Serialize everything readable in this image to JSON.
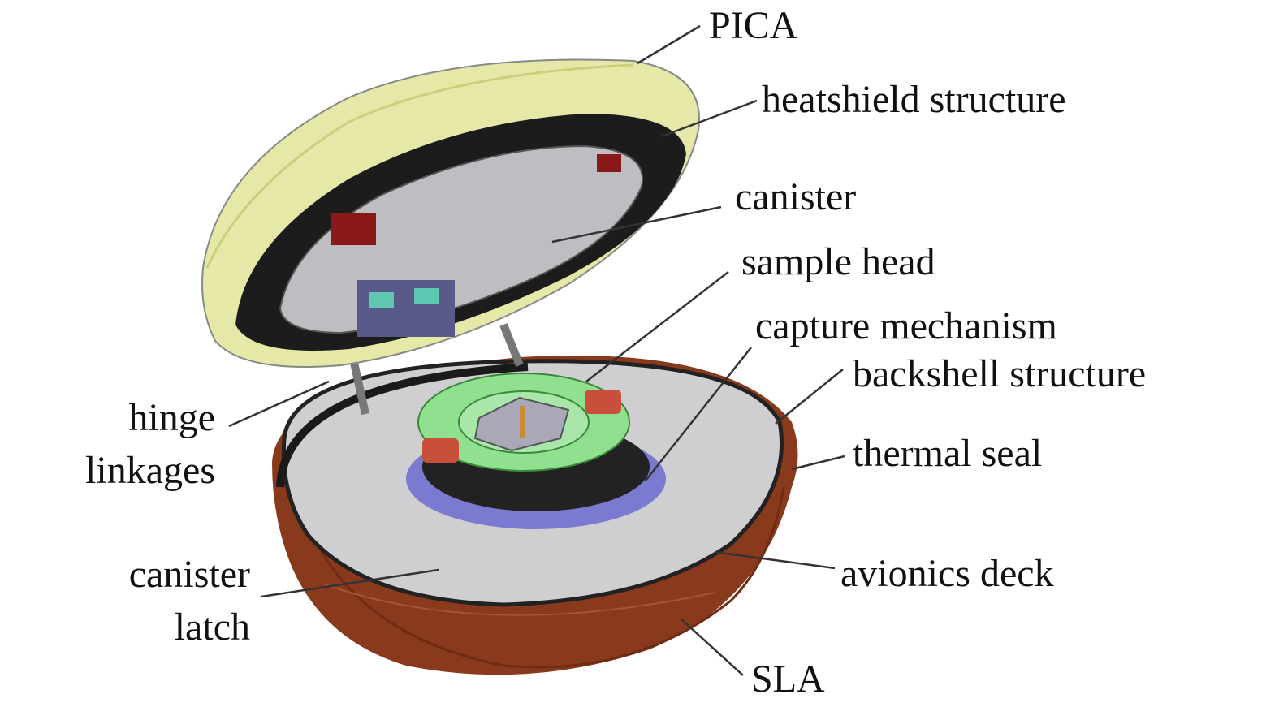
{
  "labels": {
    "pica": "PICA",
    "heatshield_structure": "heatshield structure",
    "canister": "canister",
    "sample_head": "sample head",
    "capture_mechanism": "capture mechanism",
    "backshell_structure": "backshell structure",
    "thermal_seal": "thermal seal",
    "hinge_line1": "hinge",
    "hinge_line2": "linkages",
    "avionics_deck": "avionics deck",
    "canister_latch_line1": "canister",
    "canister_latch_line2": "latch",
    "sla": "SLA"
  },
  "colors": {
    "pica": "#e6e8a8",
    "heatshield_outer": "#c9cf7a",
    "backshell": "#8a3a1c",
    "deck": "#cfcfd2",
    "capture_ring": "#8fe08f",
    "pads": "#c8503a"
  }
}
